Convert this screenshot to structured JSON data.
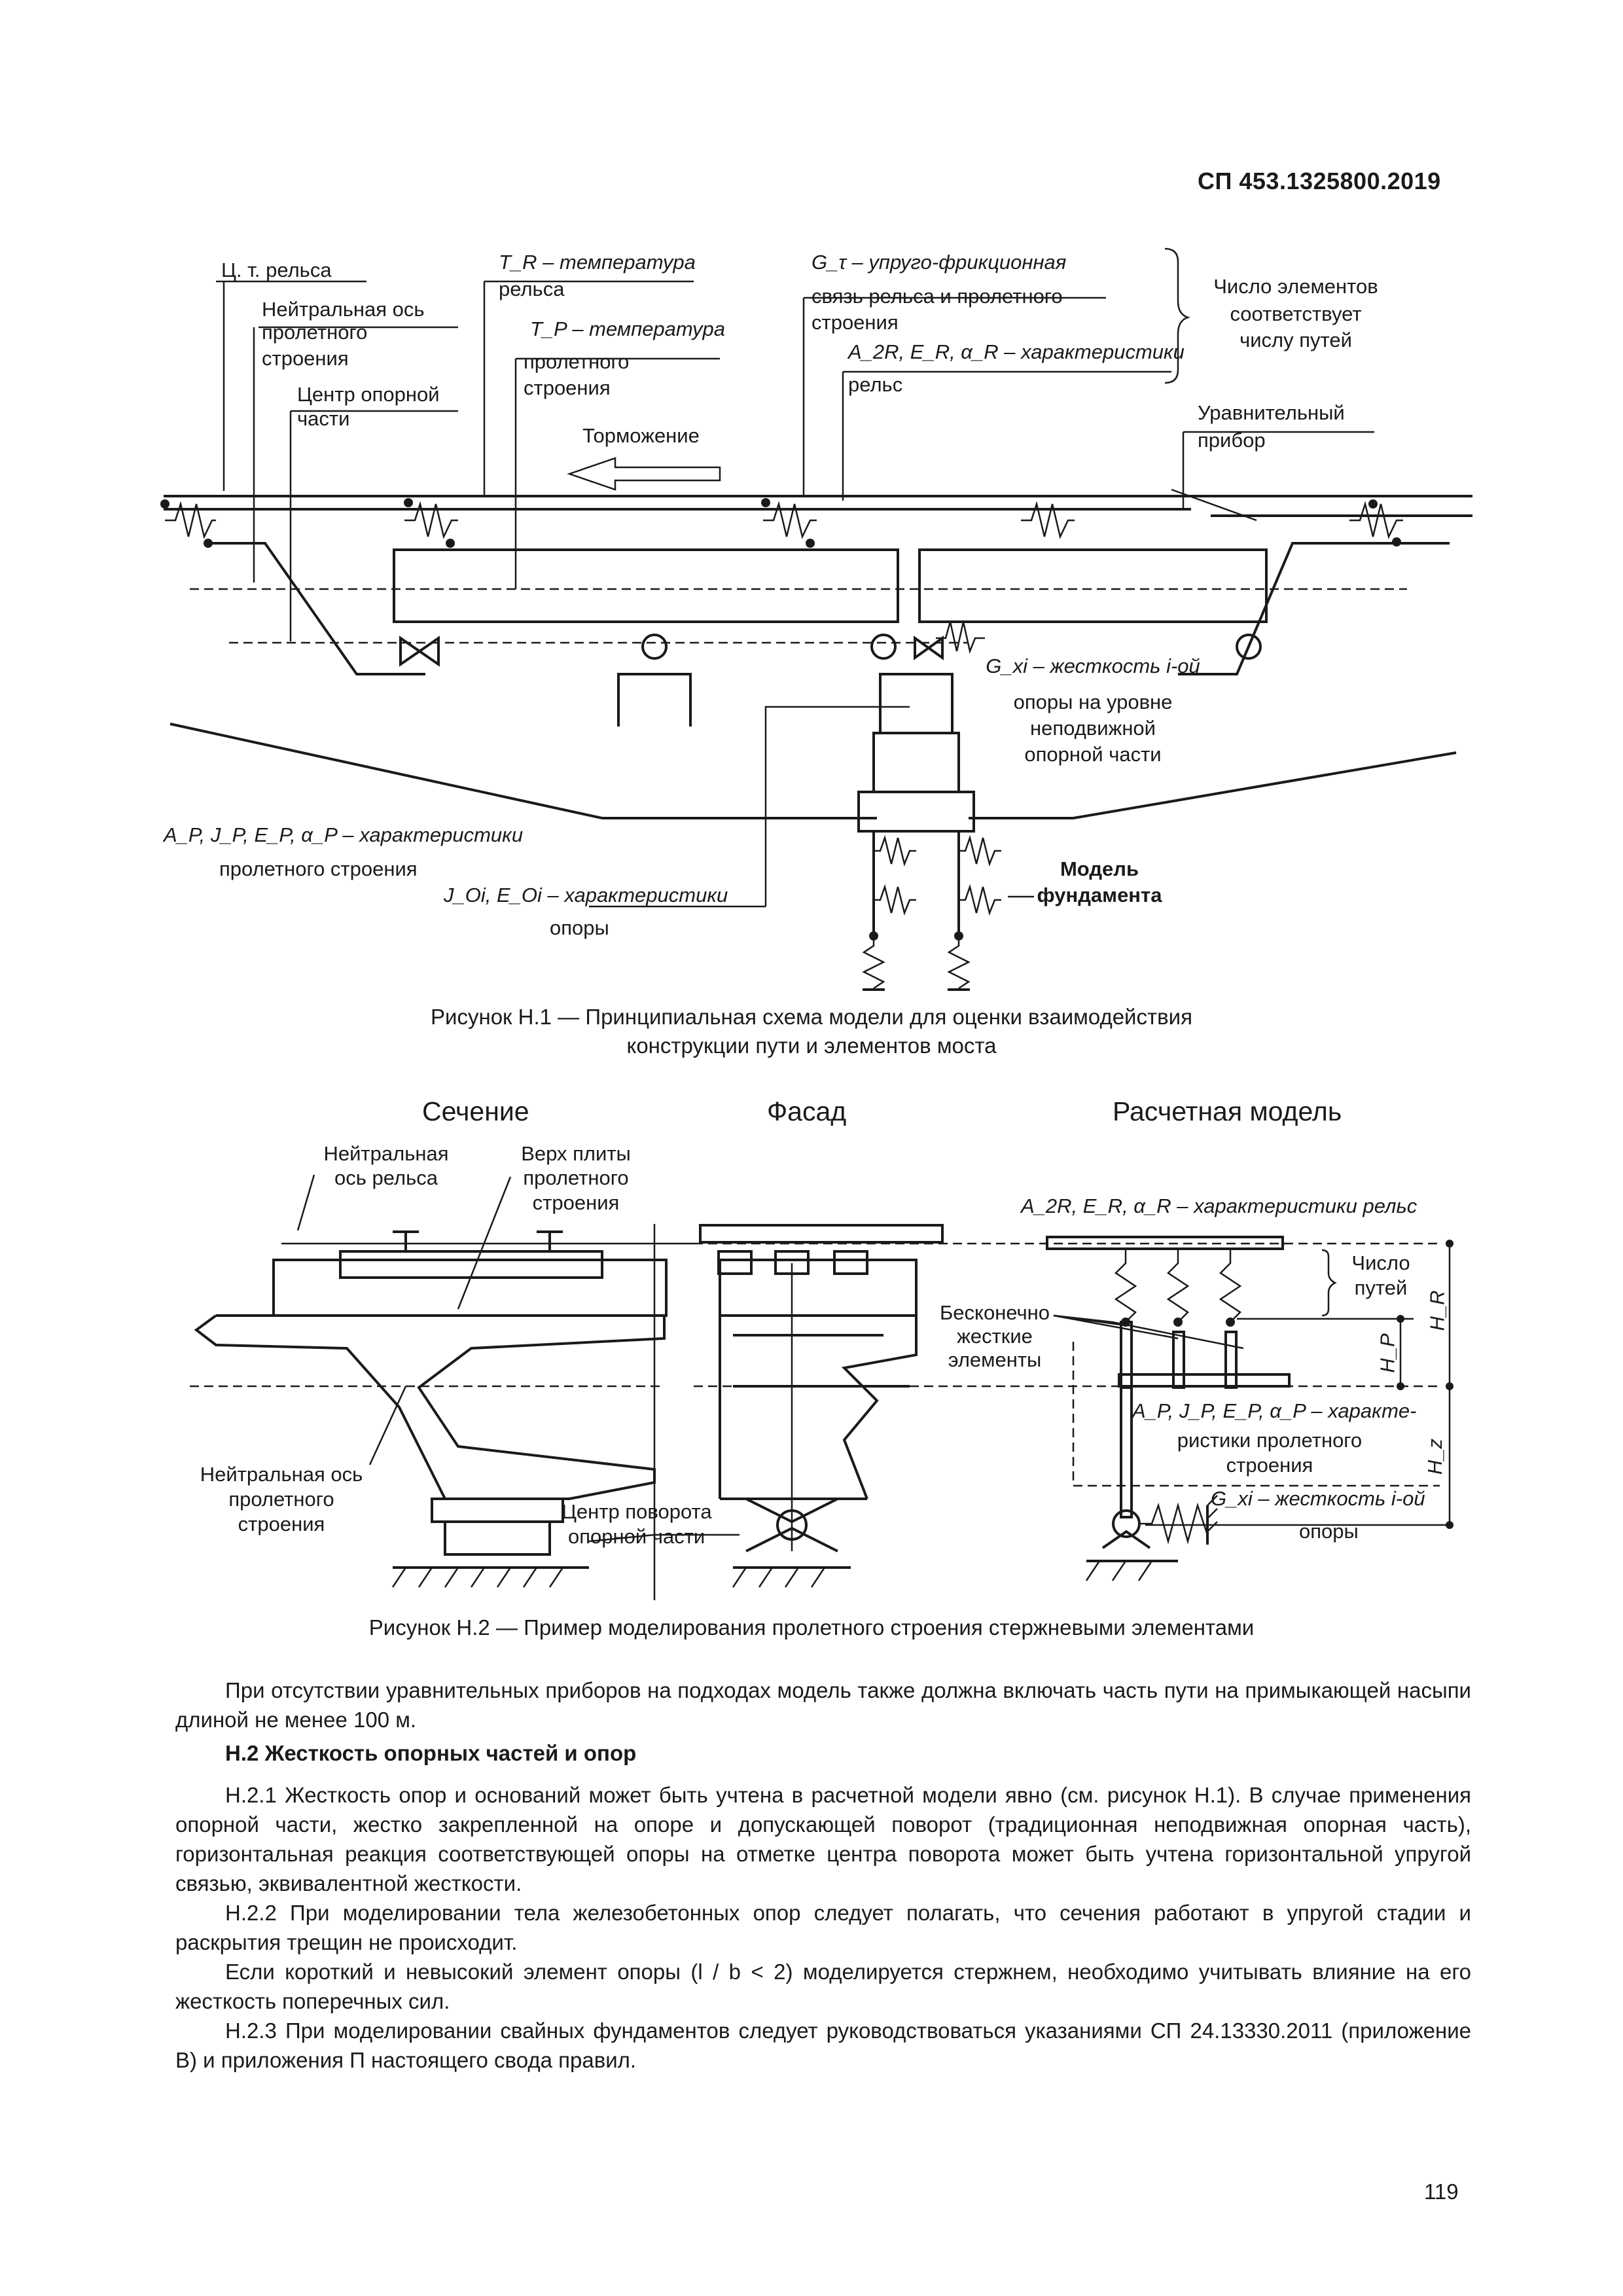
{
  "header": {
    "doc_code": "СП 453.1325800.2019"
  },
  "figure1": {
    "labels": {
      "rail_cg": "Ц. т. рельса",
      "neutral_axis_1": "Нейтральная ось",
      "neutral_axis_2": "пролетного",
      "neutral_axis_3": "строения",
      "bearing_center_1": "Центр опорной",
      "bearing_center_2": "части",
      "tr_1": "T_R – температура",
      "tr_2": "рельса",
      "tp_1": "T_P – температура",
      "tp_2": "пролетного",
      "tp_3": "строения",
      "braking": "Торможение",
      "gtau_1": "G_τ – упруго-фрикционная",
      "gtau_2": "связь рельса и пролетного",
      "gtau_3": "строения",
      "a2r_1": "A_2R, E_R, α_R – характеристики",
      "a2r_2": "рельс",
      "count_1": "Число элементов",
      "count_2": "соответствует",
      "count_3": "числу путей",
      "expansion_1": "Уравнительный",
      "expansion_2": "прибор",
      "gxi_1": "G_xi – жесткость i-ой",
      "gxi_2": "опоры на уровне",
      "gxi_3": "неподвижной",
      "gxi_4": "опорной части",
      "ap_1": "A_P, J_P, E_P, α_P – характеристики",
      "ap_2": "пролетного строения",
      "joi_1": "J_Oi, E_Oi – характеристики",
      "joi_2": "опоры",
      "foundation_1": "Модель",
      "foundation_2": "фундамента"
    },
    "caption_1": "Рисунок Н.1 — Принципиальная схема модели для оценки взаимодействия",
    "caption_2": "конструкции пути и элементов моста"
  },
  "figure2": {
    "col_section": "Сечение",
    "col_facade": "Фасад",
    "col_model": "Расчетная модель",
    "labels": {
      "rail_na_1": "Нейтральная",
      "rail_na_2": "ось рельса",
      "slab_top_1": "Верх плиты",
      "slab_top_2": "пролетного",
      "slab_top_3": "строения",
      "span_na_1": "Нейтральная ось",
      "span_na_2": "пролетного",
      "span_na_3": "строения",
      "rot_center_1": "Центр поворота",
      "rot_center_2": "опорной части",
      "rigid_1": "Бесконечно",
      "rigid_2": "жесткие",
      "rigid_3": "элементы",
      "a2r": "A_2R, E_R, α_R – характеристики рельс",
      "tracks_1": "Число",
      "tracks_2": "путей",
      "ap_1": "A_P, J_P, E_P, α_P – характе-",
      "ap_2": "ристики пролетного",
      "ap_3": "строения",
      "gxi_1": "G_xi – жесткость i-ой",
      "gxi_2": "опоры",
      "hr": "H_R",
      "hp": "H_P",
      "hz": "H_z"
    },
    "caption": "Рисунок Н.2 — Пример моделирования пролетного строения стержневыми элементами"
  },
  "body": {
    "p1": "При отсутствии уравнительных приборов на подходах модель также должна включать часть пути на примыкающей насыпи длиной не менее 100 м.",
    "h2": "Н.2 Жесткость опорных частей и опор",
    "p2": "Н.2.1 Жесткость опор и оснований может быть учтена в расчетной модели явно (см. рисунок Н.1). В случае применения опорной части, жестко закрепленной на опоре и допускающей поворот (традиционная неподвижная опорная часть), горизонтальная реакция соответствующей опоры на отметке центра поворота может быть учтена горизонтальной упругой связью, эквивалентной жесткости.",
    "p3": "Н.2.2 При моделировании тела железобетонных опор следует полагать, что сечения работают в упругой стадии и раскрытия трещин не происходит.",
    "p4": "Если короткий и невысокий элемент опоры (l / b < 2) моделируется стержнем, необходимо учитывать влияние на его жесткость поперечных сил.",
    "p5": "Н.2.3 При моделировании свайных фундаментов следует руководствоваться указаниями СП 24.13330.2011 (приложение В) и приложения П настоящего свода правил."
  },
  "page_number": "119"
}
